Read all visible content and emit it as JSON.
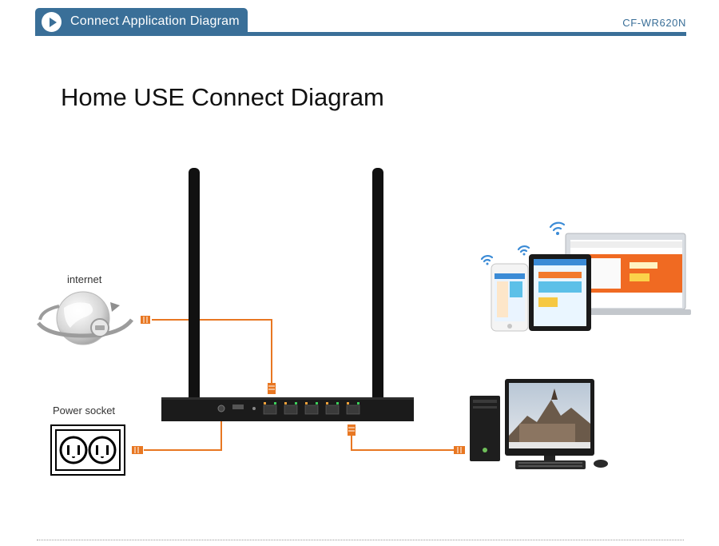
{
  "header": {
    "section_title": "Connect Application Diagram",
    "model": "CF-WR620N",
    "accent_color": "#3a6f98"
  },
  "main_title": "Home USE Connect Diagram",
  "labels": {
    "internet": "internet",
    "power_socket": "Power socket"
  },
  "cable_color": "#e87722",
  "icons": [
    "play-icon",
    "globe-icon",
    "power-socket-icon",
    "router-icon",
    "mobile-devices-icon",
    "desktop-pc-icon",
    "wifi-icon"
  ]
}
